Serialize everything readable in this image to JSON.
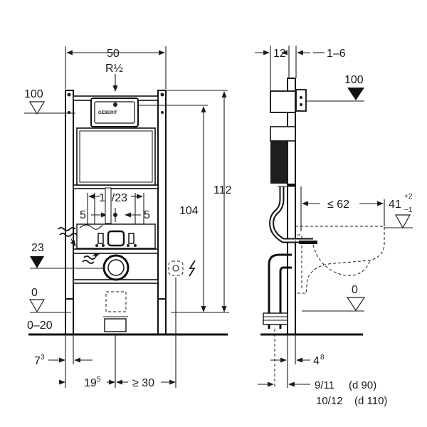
{
  "front_view": {
    "width_dim": "50",
    "thread_label": "R½",
    "water_level_left": "100",
    "height_104": "104",
    "height_112": "112",
    "spacing_18_23": "18/23",
    "offset_left": "5",
    "offset_right": "5",
    "level_23": "23",
    "level_0": "0",
    "floor_range": "0–20",
    "edge_7_base": "7",
    "edge_7_sup": "3",
    "dim_19_base": "19",
    "dim_19_sup": "5",
    "min_30": "≥ 30",
    "brand_logo": "GEBERIT"
  },
  "side_view": {
    "depth_12": "12",
    "range_1_6": "1–6",
    "level_100": "100",
    "max_62": "≤ 62",
    "dim_41": "41",
    "tol_plus": "+2",
    "tol_minus": "−1",
    "level_0": "0",
    "dim_4_base": "4",
    "dim_4_sup": "8",
    "pipe_d90_size": "9/11",
    "pipe_d90_label": "(d 90)",
    "pipe_d110_size": "10/12",
    "pipe_d110_label": "(d 110)"
  },
  "icons": [
    "water-supply-icon",
    "electrical-connection-icon",
    "level-marker-triangle-icon",
    "dimension-arrow-icon"
  ]
}
